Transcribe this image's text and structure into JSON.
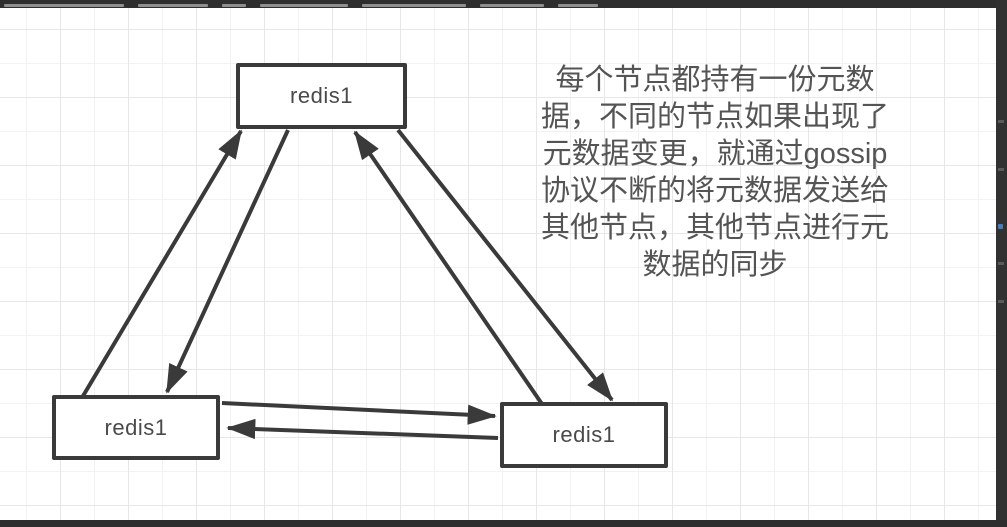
{
  "diagram": {
    "nodes": [
      {
        "id": "node-top",
        "label": "redis1"
      },
      {
        "id": "node-bottom-left",
        "label": "redis1"
      },
      {
        "id": "node-bottom-right",
        "label": "redis1"
      }
    ],
    "edges": [
      {
        "from": "node-bottom-left",
        "to": "node-top",
        "style": "arrow"
      },
      {
        "from": "node-top",
        "to": "node-bottom-left",
        "style": "arrow"
      },
      {
        "from": "node-bottom-right",
        "to": "node-top",
        "style": "arrow"
      },
      {
        "from": "node-top",
        "to": "node-bottom-right",
        "style": "arrow"
      },
      {
        "from": "node-bottom-left",
        "to": "node-bottom-right",
        "style": "arrow"
      },
      {
        "from": "node-bottom-right",
        "to": "node-bottom-left",
        "style": "arrow"
      }
    ],
    "annotation": {
      "lines": [
        "每个节点都持有一份元数",
        "据，不同的节点如果出现了",
        "元数据变更，就通过gossip",
        "协议不断的将元数据发送给",
        "其他节点，其他节点进行元",
        "数据的同步"
      ],
      "full_text": "每个节点都持有一份元数据，不同的节点如果出现了元数据变更，就通过gossip协议不断的将元数据发送给其他节点，其他节点进行元数据的同步"
    },
    "colors": {
      "stroke": "#3a3a3a",
      "node_text": "#4a4a4a",
      "annotation_text": "#545454",
      "grid_minor": "#f2f2f2",
      "grid_major": "#e7e7e7",
      "chrome": "#2e2e2e",
      "indicator_dot": "#3f7ec0"
    }
  }
}
